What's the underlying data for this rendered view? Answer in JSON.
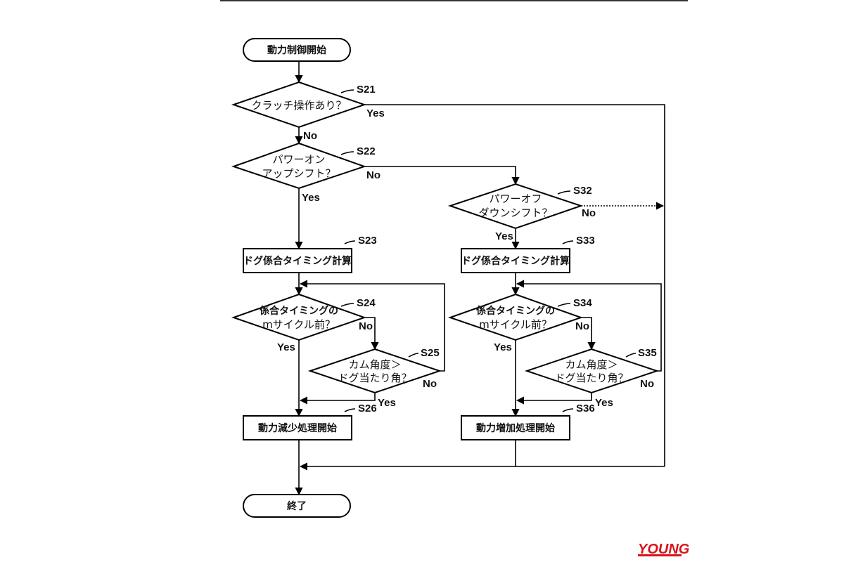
{
  "nodes": {
    "start": "動力制御開始",
    "s21": {
      "step": "S21",
      "line1": "クラッチ操作あり？"
    },
    "s22": {
      "step": "S22",
      "line1": "パワーオン",
      "line2": "アップシフト？"
    },
    "s23": {
      "step": "S23",
      "text": "ドグ係合タイミング計算"
    },
    "s24": {
      "step": "S24",
      "line1": "係合タイミングの",
      "line2": "mサイクル前？"
    },
    "s25": {
      "step": "S25",
      "line1": "カム角度＞",
      "line2": "ドグ当たり角？"
    },
    "s26": {
      "step": "S26",
      "text": "動力減少処理開始"
    },
    "s32": {
      "step": "S32",
      "line1": "パワーオフ",
      "line2": "ダウンシフト？"
    },
    "s33": {
      "step": "S33",
      "text": "ドグ係合タイミング計算"
    },
    "s34": {
      "step": "S34",
      "line1": "係合タイミングの",
      "line2": "mサイクル前？"
    },
    "s35": {
      "step": "S35",
      "line1": "カム角度＞",
      "line2": "ドグ当たり角？"
    },
    "s36": {
      "step": "S36",
      "text": "動力増加処理開始"
    },
    "end": "終了"
  },
  "branch": {
    "yes": "Yes",
    "no": "No"
  },
  "watermark": "YOUNG"
}
